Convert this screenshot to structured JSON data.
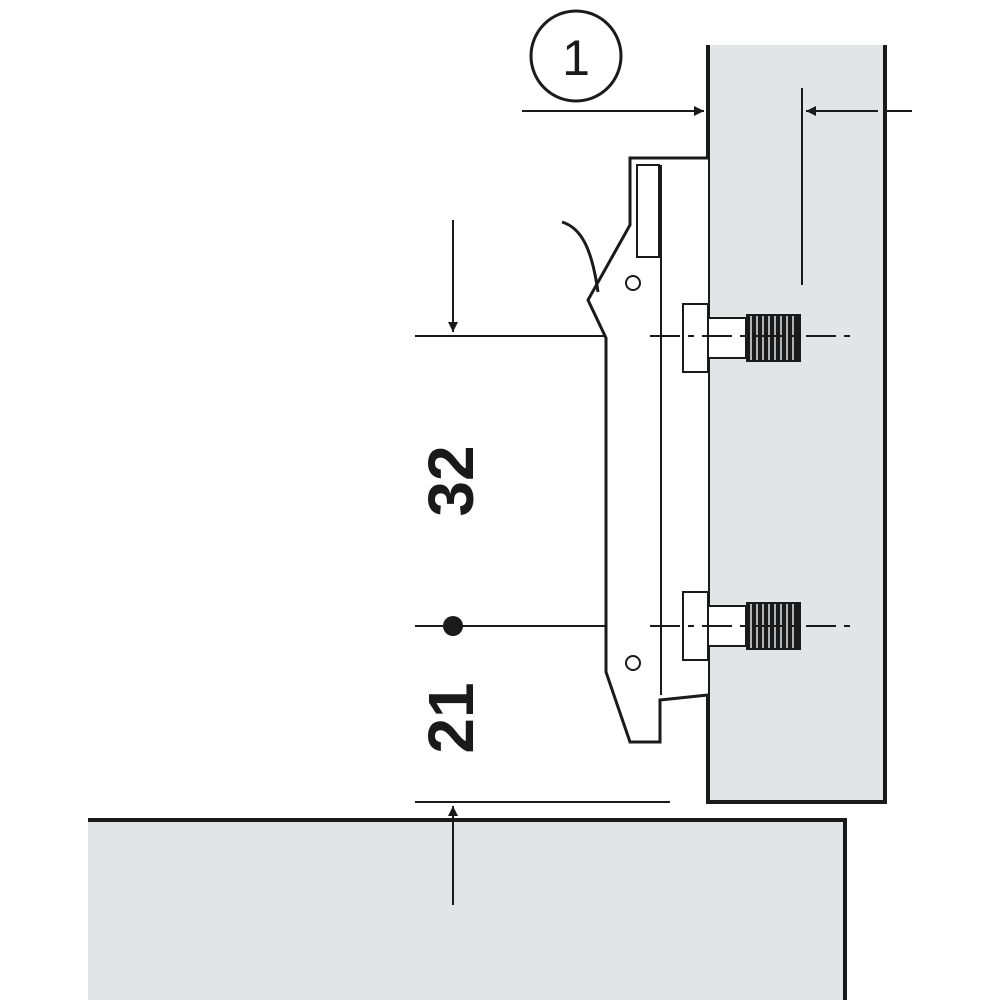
{
  "callout": {
    "label": "1"
  },
  "dimensions": {
    "hole_spacing": "32",
    "edge_distance": "21"
  },
  "colors": {
    "panel_fill": "#e3e4e6",
    "line": "#1a1a1a",
    "background": "#ffffff"
  }
}
